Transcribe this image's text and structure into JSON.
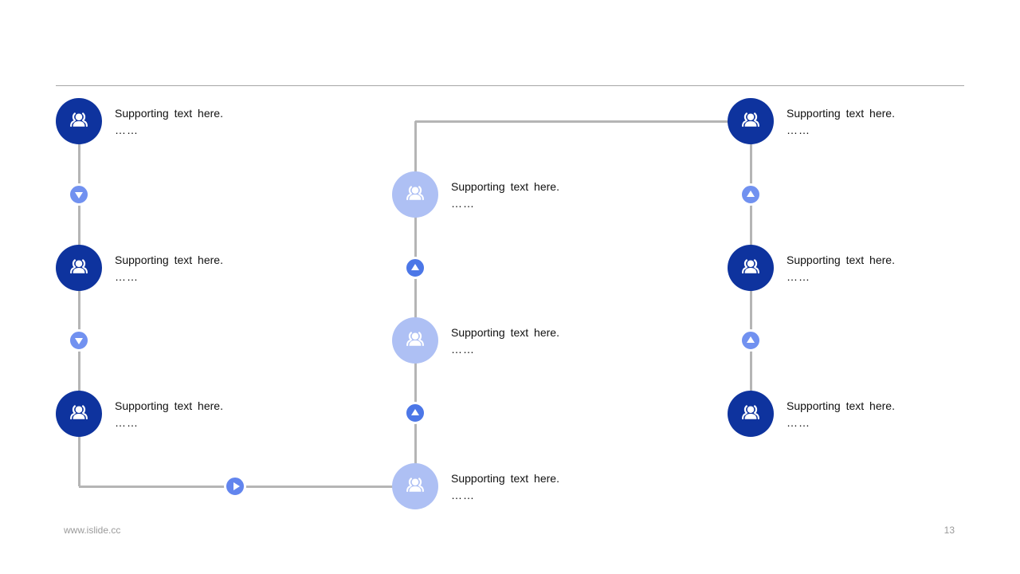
{
  "page": {
    "footer_url": "www.islide.cc",
    "page_number": "13"
  },
  "colors": {
    "node_dark": "#0e339e",
    "node_light": "#aec0f4",
    "arrow_side": "#7191f0",
    "arrow_center": "#4c77e7",
    "arrow_path": "#6285ee",
    "line": "#b5b5b5"
  },
  "icons": {
    "people": "person-group-silhouette",
    "arrow_down": "▼",
    "arrow_up": "▲",
    "arrow_right": "▶"
  },
  "nodes": [
    {
      "id": "left-top",
      "variant": "dark",
      "text": "Supporting text here.",
      "ellipsis": "……"
    },
    {
      "id": "left-middle",
      "variant": "dark",
      "text": "Supporting text here.",
      "ellipsis": "……"
    },
    {
      "id": "left-bottom",
      "variant": "dark",
      "text": "Supporting text here.",
      "ellipsis": "……"
    },
    {
      "id": "center-bottom",
      "variant": "light",
      "text": "Supporting text here.",
      "ellipsis": "……"
    },
    {
      "id": "center-middle",
      "variant": "light",
      "text": "Supporting text here.",
      "ellipsis": "……"
    },
    {
      "id": "center-top",
      "variant": "light",
      "text": "Supporting text here.",
      "ellipsis": "……"
    },
    {
      "id": "right-top",
      "variant": "dark",
      "text": "Supporting text here.",
      "ellipsis": "……"
    },
    {
      "id": "right-middle",
      "variant": "dark",
      "text": "Supporting text here.",
      "ellipsis": "……"
    },
    {
      "id": "right-bottom",
      "variant": "dark",
      "text": "Supporting text here.",
      "ellipsis": "……"
    }
  ],
  "arrows": [
    {
      "id": "left-arrow-1",
      "direction": "down"
    },
    {
      "id": "left-arrow-2",
      "direction": "down"
    },
    {
      "id": "bottom-arrow",
      "direction": "right"
    },
    {
      "id": "center-arrow-1",
      "direction": "up"
    },
    {
      "id": "center-arrow-2",
      "direction": "up"
    },
    {
      "id": "right-arrow-1",
      "direction": "up"
    },
    {
      "id": "right-arrow-2",
      "direction": "up"
    }
  ]
}
